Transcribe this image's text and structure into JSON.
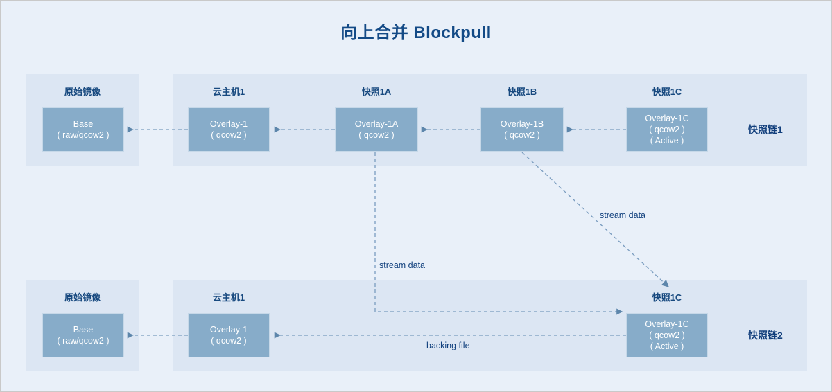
{
  "page": {
    "title": "向上合并 Blockpull",
    "background_color": "#e9f0f9",
    "panel_color": "#dce6f3",
    "node_color": "#87acc9",
    "accent_color": "#134a86",
    "line_color": "#7a9cbf"
  },
  "chains": [
    {
      "id": "chain1",
      "label": "快照链1",
      "panels": [
        {
          "id": "chain1-origin-panel",
          "groups": [
            {
              "caption": "原始镜像",
              "node": {
                "name": "base",
                "lines": [
                  "Base",
                  "( raw/qcow2 )"
                ]
              }
            }
          ]
        },
        {
          "id": "chain1-host-panel",
          "groups": [
            {
              "caption": "云主机1",
              "node": {
                "name": "overlay-1",
                "lines": [
                  "Overlay-1",
                  "( qcow2 )"
                ]
              }
            },
            {
              "caption": "快照1A",
              "node": {
                "name": "overlay-1a",
                "lines": [
                  "Overlay-1A",
                  "( qcow2 )"
                ]
              }
            },
            {
              "caption": "快照1B",
              "node": {
                "name": "overlay-1b",
                "lines": [
                  "Overlay-1B",
                  "( qcow2 )"
                ]
              }
            },
            {
              "caption": "快照1C",
              "node": {
                "name": "overlay-1c",
                "lines": [
                  "Overlay-1C",
                  "( qcow2 )",
                  "( Active )"
                ]
              }
            }
          ]
        }
      ]
    },
    {
      "id": "chain2",
      "label": "快照链2",
      "panels": [
        {
          "id": "chain2-origin-panel",
          "groups": [
            {
              "caption": "原始镜像",
              "node": {
                "name": "base",
                "lines": [
                  "Base",
                  "( raw/qcow2 )"
                ]
              }
            }
          ]
        },
        {
          "id": "chain2-host-panel",
          "groups": [
            {
              "caption": "云主机1",
              "node": {
                "name": "overlay-1",
                "lines": [
                  "Overlay-1",
                  "( qcow2 )"
                ]
              }
            },
            {
              "caption": "快照1C",
              "node": {
                "name": "overlay-1c",
                "lines": [
                  "Overlay-1C",
                  "( qcow2 )",
                  "( Active )"
                ]
              }
            }
          ]
        }
      ]
    }
  ],
  "edge_labels": {
    "stream_data_diagonal": "stream data",
    "stream_data_vertical": "stream data",
    "backing_file": "backing file"
  }
}
